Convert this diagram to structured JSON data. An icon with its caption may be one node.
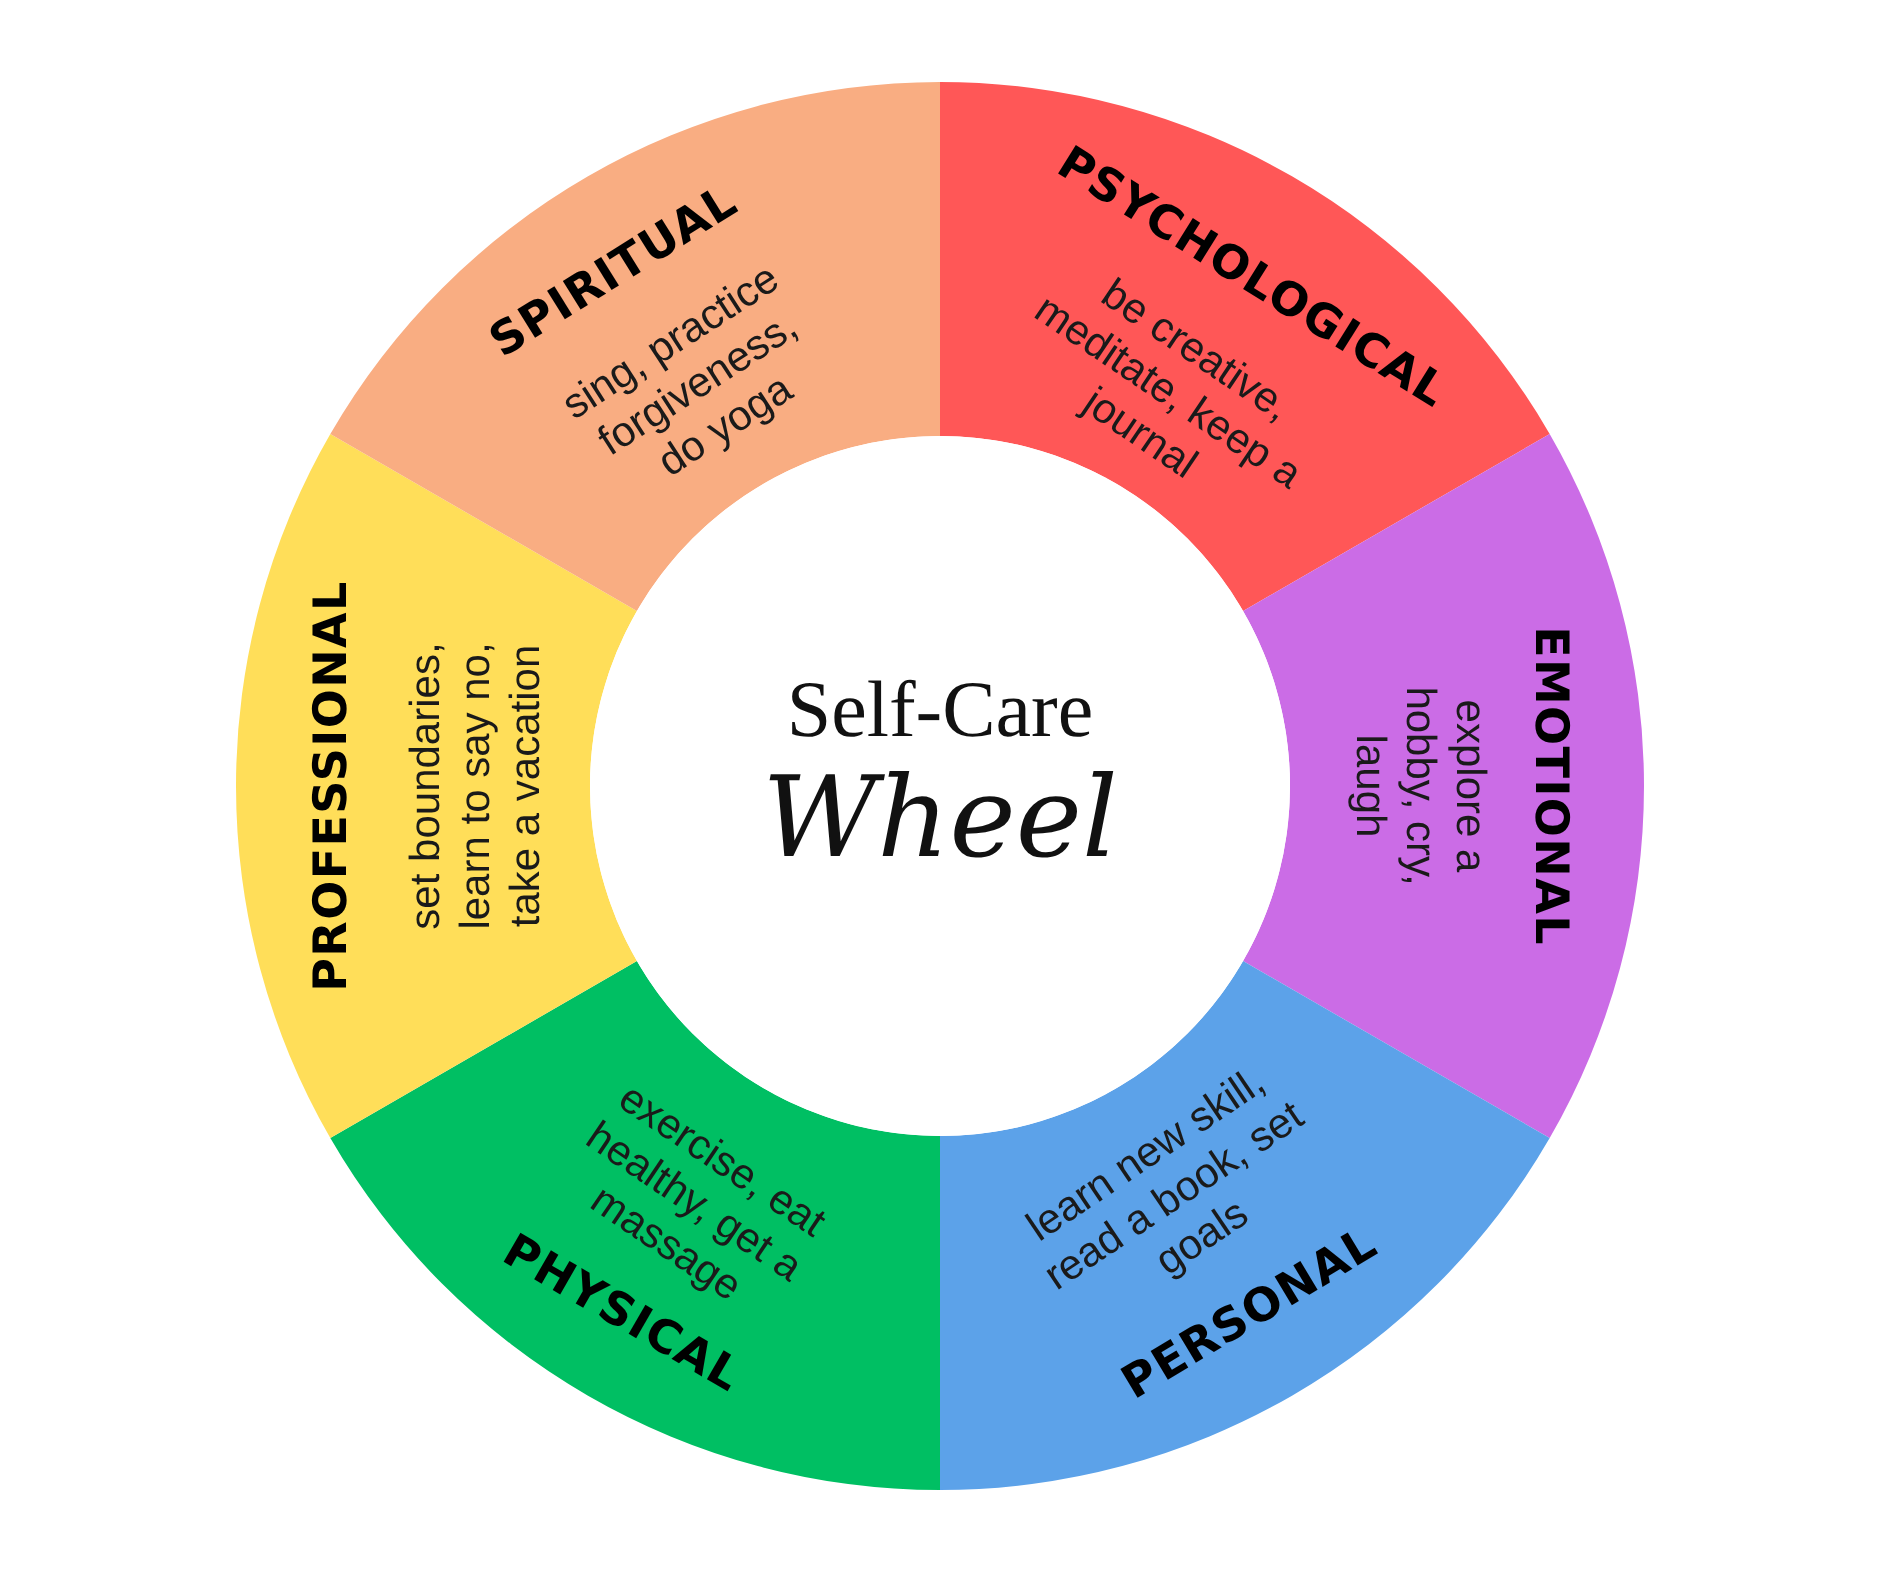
{
  "diagram": {
    "nodes": [
      {
        "text": [
          "Self-Care",
          "Wheel"
        ]
      },
      {
        "text": [
          "PSYCHOLOGICAL",
          "be creative, meditate, keep a journal"
        ]
      },
      {
        "text": [
          "EMOTIONAL",
          "explore a hobby, cry, laugh"
        ]
      },
      {
        "text": [
          "PERSONAL",
          "learn new skill, read a book, set goals"
        ]
      },
      {
        "text": [
          "PHYSICAL",
          "exercise, eat healthy, get a massage"
        ]
      },
      {
        "text": [
          "PROFESSIONAL",
          "set boundaries, learn to say no, take a vacation"
        ]
      },
      {
        "text": [
          "SPIRITUAL",
          "sing, practice forgiveness, do yoga"
        ]
      }
    ]
  }
}
